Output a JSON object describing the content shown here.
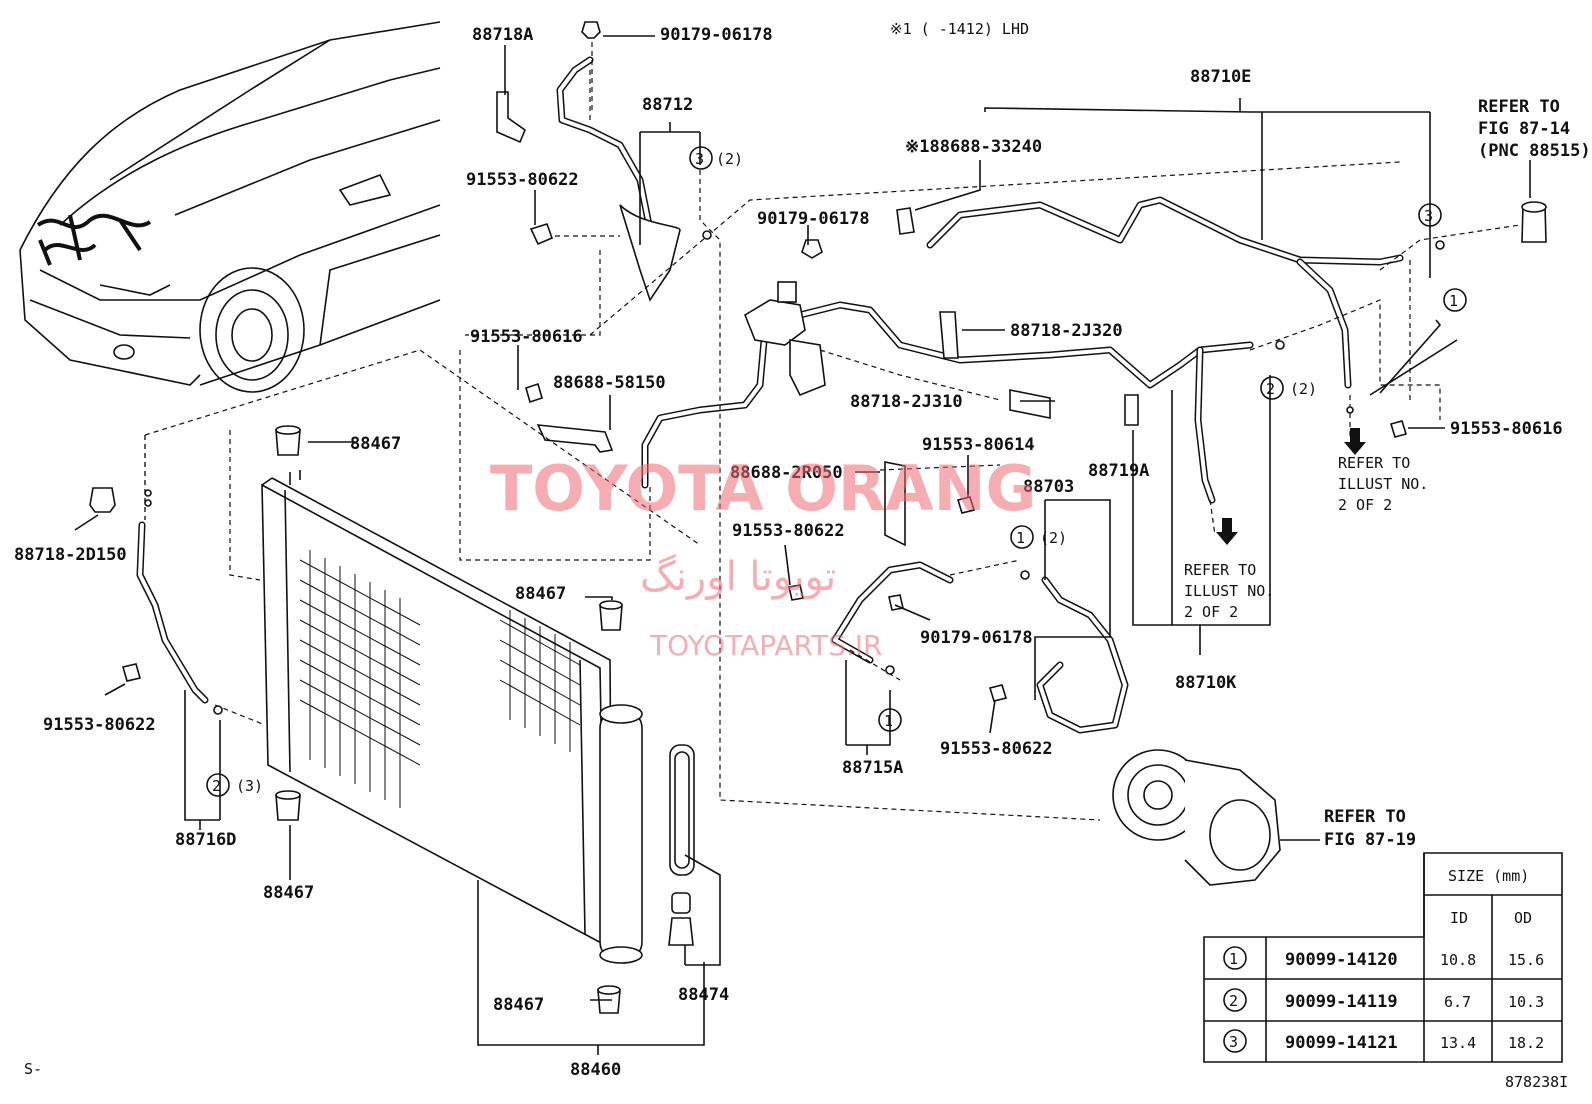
{
  "header_note": "※1 (      -1412) LHD",
  "part_labels": {
    "p88718A": "88718A",
    "p90179_top": "90179-06178",
    "p88712": "88712",
    "p91553_80622_a": "91553-80622",
    "p90179_mid": "90179-06178",
    "p91553_80616_a": "91553-80616",
    "p88688_58150": "88688-58150",
    "p88710E": "88710E",
    "p88688_33240": "※188688-33240",
    "p88718_2J320": "88718-2J320",
    "p88718_2J310": "88718-2J310",
    "p88467_a": "88467",
    "p88688_2R050": "88688-2R050",
    "p91553_80614": "91553-80614",
    "p88703": "88703",
    "p88719A": "88719A",
    "p88718_2D150": "88718-2D150",
    "p91553_80622_b": "91553-80622",
    "p91553_80622_c": "91553-80622",
    "p90179_low": "90179-06178",
    "p91553_80622_d": "91553-80622",
    "p88467_b": "88467",
    "p88716D": "88716D",
    "p88467_c": "88467",
    "p88715A": "88715A",
    "p88710K": "88710K",
    "p91553_80616_b": "91553-80616",
    "p88467_d": "88467",
    "p88474": "88474",
    "p88460": "88460"
  },
  "ring_qty": {
    "q88712": "(2)",
    "q2_right": "(2)",
    "q88703": "(2)",
    "q88716D": "(3)"
  },
  "refer_notes": {
    "fig87_14": [
      "REFER TO",
      "FIG 87-14",
      "(PNC 88515)"
    ],
    "illust_right": [
      "REFER TO",
      "ILLUST NO.",
      "2 OF 2"
    ],
    "illust_mid": [
      "REFER TO",
      "ILLUST NO.",
      "2 OF 2"
    ],
    "fig87_19": [
      "REFER TO",
      "FIG 87-19"
    ]
  },
  "size_table": {
    "title": "SIZE (mm)",
    "col_id": "ID",
    "col_od": "OD",
    "rows": [
      {
        "mark": "1",
        "part": "90099-14120",
        "id": "10.8",
        "od": "15.6"
      },
      {
        "mark": "2",
        "part": "90099-14119",
        "id": "6.7",
        "od": "10.3"
      },
      {
        "mark": "3",
        "part": "90099-14121",
        "id": "13.4",
        "od": "18.2"
      }
    ]
  },
  "watermark": {
    "main": "TOYOTA ORANG",
    "persian": "تویوتا اورنگ",
    "sub": "TOYOTAPARTS.IR"
  },
  "footer": {
    "left": "S-",
    "code": "878238I"
  }
}
